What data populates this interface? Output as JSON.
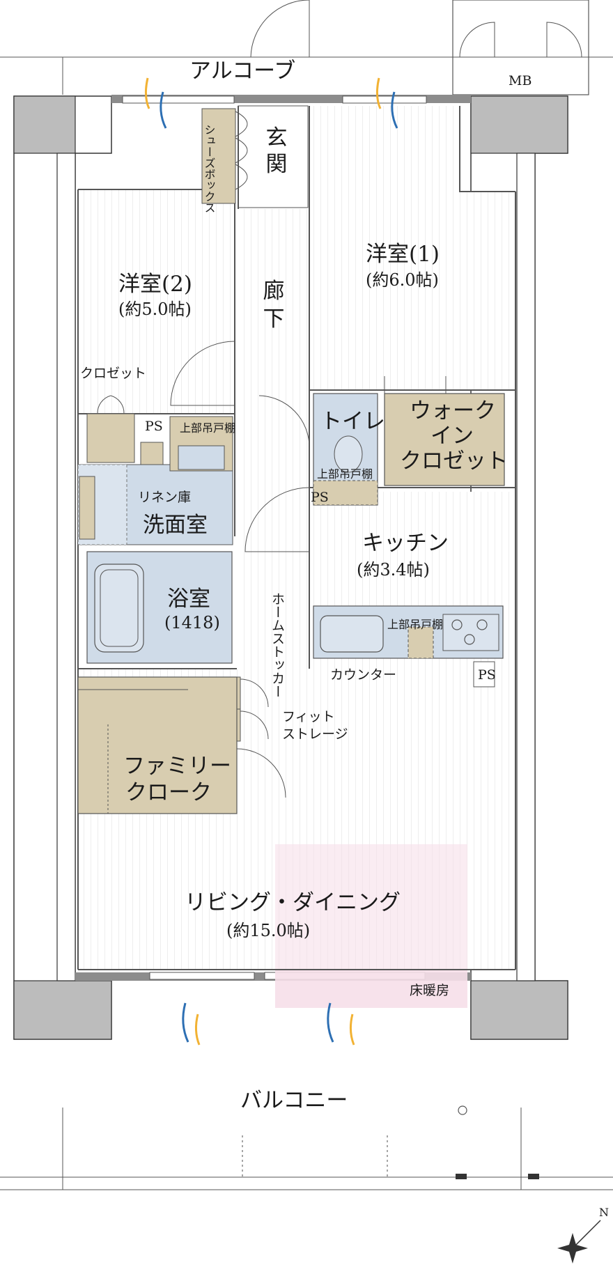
{
  "colors": {
    "wall": "#8c8c8c",
    "wall_block": "#bdbdbd",
    "floor_lines": "#d8d8d8",
    "storage": "#d8cdb0",
    "wet_area": "#cfdbe8",
    "floor_heating": "#f6dfe9",
    "vent_blue": "#2d6fb3",
    "vent_orange": "#f2b233"
  },
  "labels": {
    "alcove": "アルコーブ",
    "mb": "MB",
    "entrance": "玄関",
    "shoe_box": "シューズボックス",
    "corridor": "廊下",
    "western_room_1": "洋室(1)",
    "western_room_1_size": "(約6.0帖)",
    "western_room_2": "洋室(2)",
    "western_room_2_size": "(約5.0帖)",
    "closet": "クロゼット",
    "ps_top": "PS",
    "upper_cabinet_wash": "上部吊戸棚",
    "linen": "リネン庫",
    "washroom": "洗面室",
    "bath": "浴室",
    "bath_size": "(1418)",
    "toilet": "トイレ",
    "upper_cabinet_toilet": "上部吊戸棚",
    "ps_toilet": "PS",
    "walk_in_closet": [
      "ウォーク",
      "イン",
      "クロゼット"
    ],
    "kitchen": "キッチン",
    "kitchen_size": "(約3.4帖)",
    "upper_cabinet_kitchen": "上部吊戸棚",
    "counter": "カウンター",
    "ps_kitchen": "PS",
    "home_stocker": "ホームストッカー",
    "fit_storage_1": "フィット",
    "fit_storage_2": "ストレージ",
    "family_cloak_1": "ファミリー",
    "family_cloak_2": "クローク",
    "living": "リビング・ダイニング",
    "living_size": "(約15.0帖)",
    "floor_heating": "床暖房",
    "balcony": "バルコニー",
    "north": "N"
  }
}
